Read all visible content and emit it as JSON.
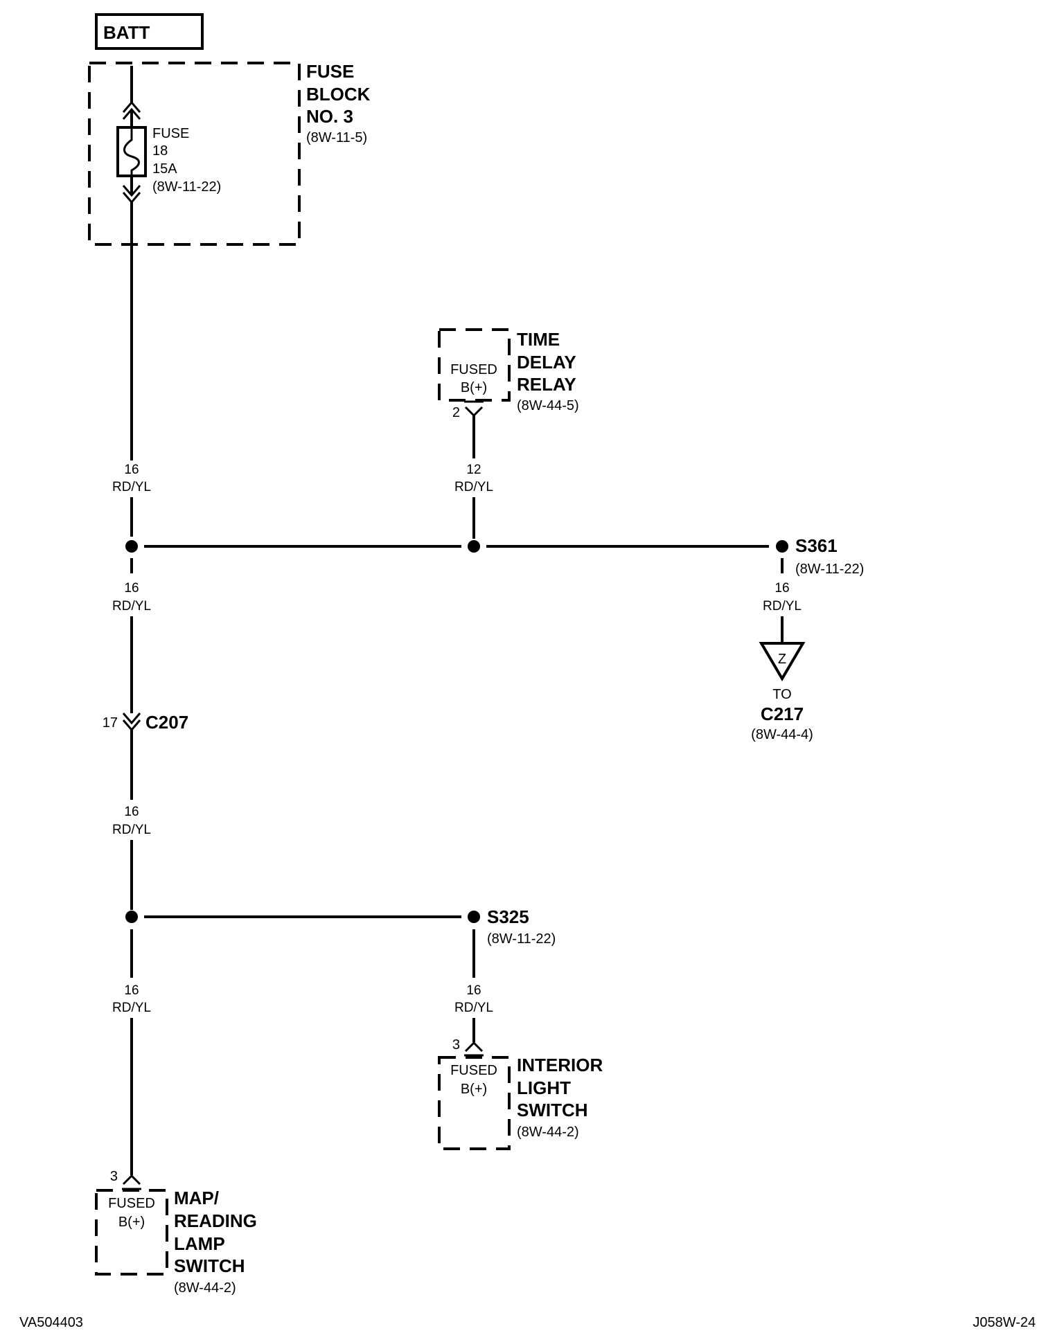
{
  "batt": {
    "label": "BATT"
  },
  "fuse_block": {
    "line1": "FUSE",
    "line2": "BLOCK",
    "line3": "NO. 3",
    "ref": "(8W-11-5)"
  },
  "fuse": {
    "label": "FUSE",
    "number": "18",
    "rating": "15A",
    "ref": "(8W-11-22)"
  },
  "time_delay_relay": {
    "box_line1": "FUSED",
    "box_line2": "B(+)",
    "pin": "2",
    "line1": "TIME",
    "line2": "DELAY",
    "line3": "RELAY",
    "ref": "(8W-44-5)"
  },
  "wires": {
    "main_upper": {
      "gauge": "16",
      "color": "RD/YL"
    },
    "relay_feed": {
      "gauge": "12",
      "color": "RD/YL"
    },
    "main_mid": {
      "gauge": "16",
      "color": "RD/YL"
    },
    "s361_branch": {
      "gauge": "16",
      "color": "RD/YL"
    },
    "after_c207": {
      "gauge": "16",
      "color": "RD/YL"
    },
    "to_map_lamp": {
      "gauge": "16",
      "color": "RD/YL"
    },
    "to_interior": {
      "gauge": "16",
      "color": "RD/YL"
    }
  },
  "splice_s361": {
    "label": "S361",
    "ref": "(8W-11-22)"
  },
  "offpage_z": {
    "letter": "Z",
    "to": "TO",
    "connector": "C217",
    "ref": "(8W-44-4)"
  },
  "connector_c207": {
    "pin": "17",
    "label": "C207"
  },
  "splice_s325": {
    "label": "S325",
    "ref": "(8W-11-22)"
  },
  "interior_light_switch": {
    "pin": "3",
    "box_line1": "FUSED",
    "box_line2": "B(+)",
    "line1": "INTERIOR",
    "line2": "LIGHT",
    "line3": "SWITCH",
    "ref": "(8W-44-2)"
  },
  "map_lamp_switch": {
    "pin": "3",
    "box_line1": "FUSED",
    "box_line2": "B(+)",
    "line1": "MAP/",
    "line2": "READING",
    "line3": "LAMP",
    "line4": "SWITCH",
    "ref": "(8W-44-2)"
  },
  "footer": {
    "left": "VA504403",
    "right": "J058W-24"
  }
}
